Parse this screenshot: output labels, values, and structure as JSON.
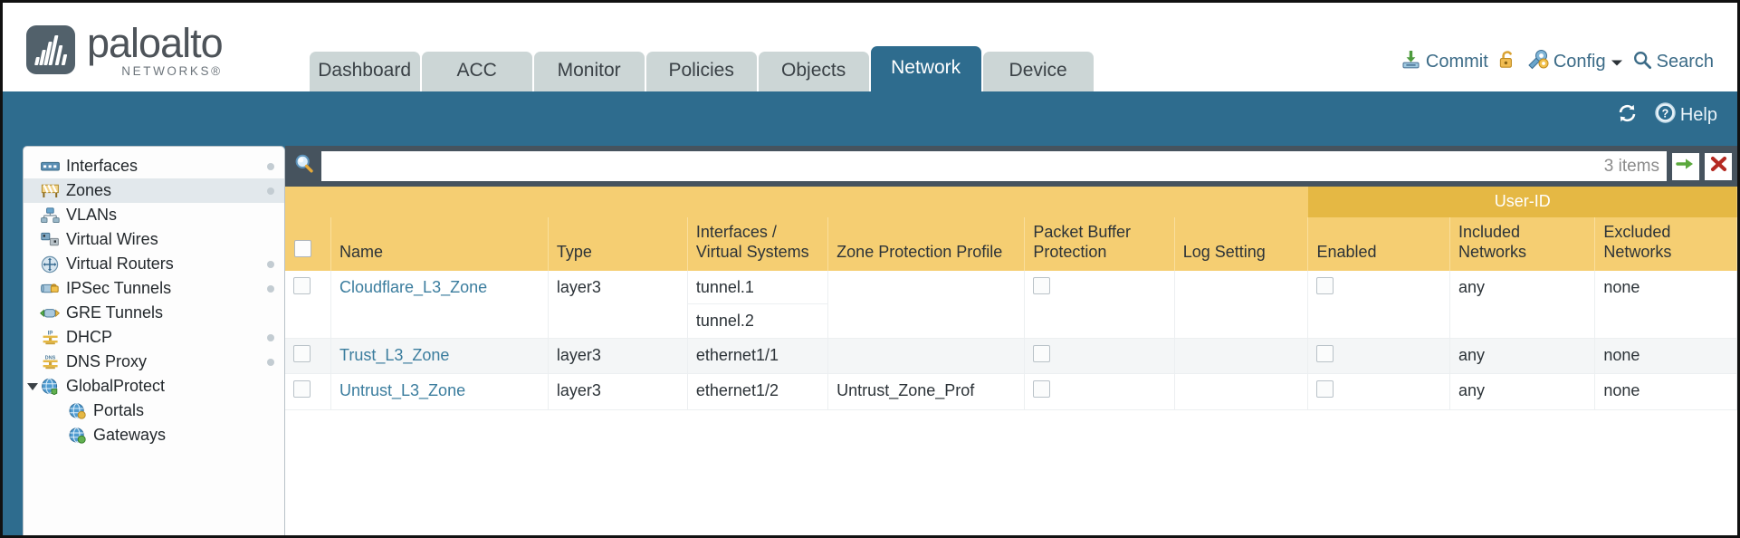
{
  "brand": {
    "name": "paloalto",
    "tagline": "NETWORKS®"
  },
  "nav": {
    "tabs": [
      {
        "label": "Dashboard",
        "active": false
      },
      {
        "label": "ACC",
        "active": false
      },
      {
        "label": "Monitor",
        "active": false
      },
      {
        "label": "Policies",
        "active": false
      },
      {
        "label": "Objects",
        "active": false
      },
      {
        "label": "Network",
        "active": true
      },
      {
        "label": "Device",
        "active": false
      }
    ]
  },
  "utility": {
    "commit_label": "Commit",
    "commit_icon": "commit-download-icon",
    "lock_icon": "unlock-icon",
    "config_label": "Config",
    "config_icon": "config-wrench-icon",
    "config_caret_icon": "chevron-down-icon",
    "search_label": "Search",
    "search_icon": "magnifier-icon"
  },
  "toolbar": {
    "refresh_icon": "refresh-icon",
    "help_label": "Help",
    "help_icon": "help-question-icon"
  },
  "sidebar": {
    "items": [
      {
        "label": "Interfaces",
        "icon": "interfaces-icon",
        "selected": false,
        "dot": true,
        "child": false,
        "caret": false
      },
      {
        "label": "Zones",
        "icon": "zones-icon",
        "selected": true,
        "dot": true,
        "child": false,
        "caret": false
      },
      {
        "label": "VLANs",
        "icon": "vlans-icon",
        "selected": false,
        "dot": false,
        "child": false,
        "caret": false
      },
      {
        "label": "Virtual Wires",
        "icon": "virtual-wires-icon",
        "selected": false,
        "dot": false,
        "child": false,
        "caret": false
      },
      {
        "label": "Virtual Routers",
        "icon": "virtual-routers-icon",
        "selected": false,
        "dot": true,
        "child": false,
        "caret": false
      },
      {
        "label": "IPSec Tunnels",
        "icon": "ipsec-tunnels-icon",
        "selected": false,
        "dot": true,
        "child": false,
        "caret": false
      },
      {
        "label": "GRE Tunnels",
        "icon": "gre-tunnels-icon",
        "selected": false,
        "dot": false,
        "child": false,
        "caret": false
      },
      {
        "label": "DHCP",
        "icon": "dhcp-icon",
        "selected": false,
        "dot": true,
        "child": false,
        "caret": false
      },
      {
        "label": "DNS Proxy",
        "icon": "dns-proxy-icon",
        "selected": false,
        "dot": true,
        "child": false,
        "caret": false
      },
      {
        "label": "GlobalProtect",
        "icon": "globalprotect-icon",
        "selected": false,
        "dot": false,
        "child": false,
        "caret": true
      },
      {
        "label": "Portals",
        "icon": "portals-icon",
        "selected": false,
        "dot": false,
        "child": true,
        "caret": false
      },
      {
        "label": "Gateways",
        "icon": "gateways-icon",
        "selected": false,
        "dot": false,
        "child": true,
        "caret": false
      }
    ]
  },
  "search": {
    "icon": "search-magnifier-icon",
    "value": "",
    "placeholder": "",
    "items_count": "3 items",
    "apply_icon": "green-arrow-icon",
    "clear_icon": "red-x-icon"
  },
  "table": {
    "group_headers": [
      {
        "label": "",
        "span": 7
      },
      {
        "label": "User-ID",
        "span": 3
      }
    ],
    "columns": [
      "Name",
      "Type",
      "Interfaces / Virtual Systems",
      "Zone Protection Profile",
      "Packet Buffer Protection",
      "Log Setting",
      "Enabled",
      "Included Networks",
      "Excluded Networks"
    ],
    "rows": [
      {
        "selected": false,
        "name": "Cloudflare_L3_Zone",
        "type": "layer3",
        "interfaces": [
          "tunnel.1",
          "tunnel.2"
        ],
        "zone_protection_profile": "",
        "packet_buffer_protection": false,
        "log_setting": "",
        "userid_enabled": false,
        "included_networks": "any",
        "excluded_networks": "none"
      },
      {
        "selected": false,
        "name": "Trust_L3_Zone",
        "type": "layer3",
        "interfaces": [
          "ethernet1/1"
        ],
        "zone_protection_profile": "",
        "packet_buffer_protection": false,
        "log_setting": "",
        "userid_enabled": false,
        "included_networks": "any",
        "excluded_networks": "none"
      },
      {
        "selected": false,
        "name": "Untrust_L3_Zone",
        "type": "layer3",
        "interfaces": [
          "ethernet1/2"
        ],
        "zone_protection_profile": "Untrust_Zone_Prof",
        "packet_buffer_protection": false,
        "log_setting": "",
        "userid_enabled": false,
        "included_networks": "any",
        "excluded_networks": "none"
      }
    ]
  },
  "colors": {
    "brand_blue": "#2e6c8e",
    "header_gold": "#f5ce72",
    "group_gold": "#e5b844",
    "link_blue": "#3b7d9e",
    "toolbar_dark": "#46535e"
  }
}
